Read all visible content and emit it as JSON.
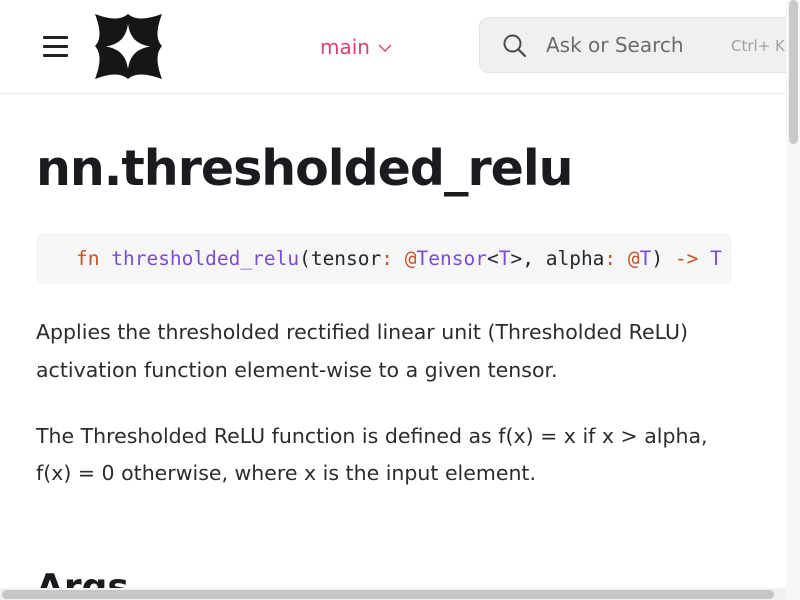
{
  "header": {
    "menu_icon": "hamburger-menu-icon",
    "logo_icon": "four-point-star-logo",
    "branch_label": "main",
    "branch_icon": "chevron-down-icon",
    "search": {
      "icon": "search-icon",
      "placeholder": "Ask or Search",
      "shortcut": "Ctrl+ K"
    }
  },
  "main": {
    "title": "nn.thresholded_relu",
    "signature": {
      "kw_fn": "fn",
      "name": "thresholded_relu",
      "paren_open": "(",
      "param1_name": "tensor",
      "colon1": ":",
      "at1": "@",
      "type1": "Tensor",
      "lt": "<",
      "generic_t": "T",
      "gt_comma": ">, ",
      "param2_name": "alpha",
      "colon2": ":",
      "at2": "@",
      "type2": "T",
      "paren_close": ")",
      "arrow": "->",
      "ret": "T"
    },
    "description_1": "Applies the thresholded rectified linear unit (Thresholded ReLU) activation function element-wise to a given tensor.",
    "description_2": "The Thresholded ReLU function is defined as f(x) = x if x > alpha, f(x) = 0 otherwise, where x is the input element.",
    "section_args": "Args"
  },
  "colors": {
    "accent": "#e0406e",
    "keyword": "#c7522a",
    "function": "#7c4dcf",
    "code_bg": "#f6f6f7",
    "search_bg": "#f0f0f1"
  }
}
